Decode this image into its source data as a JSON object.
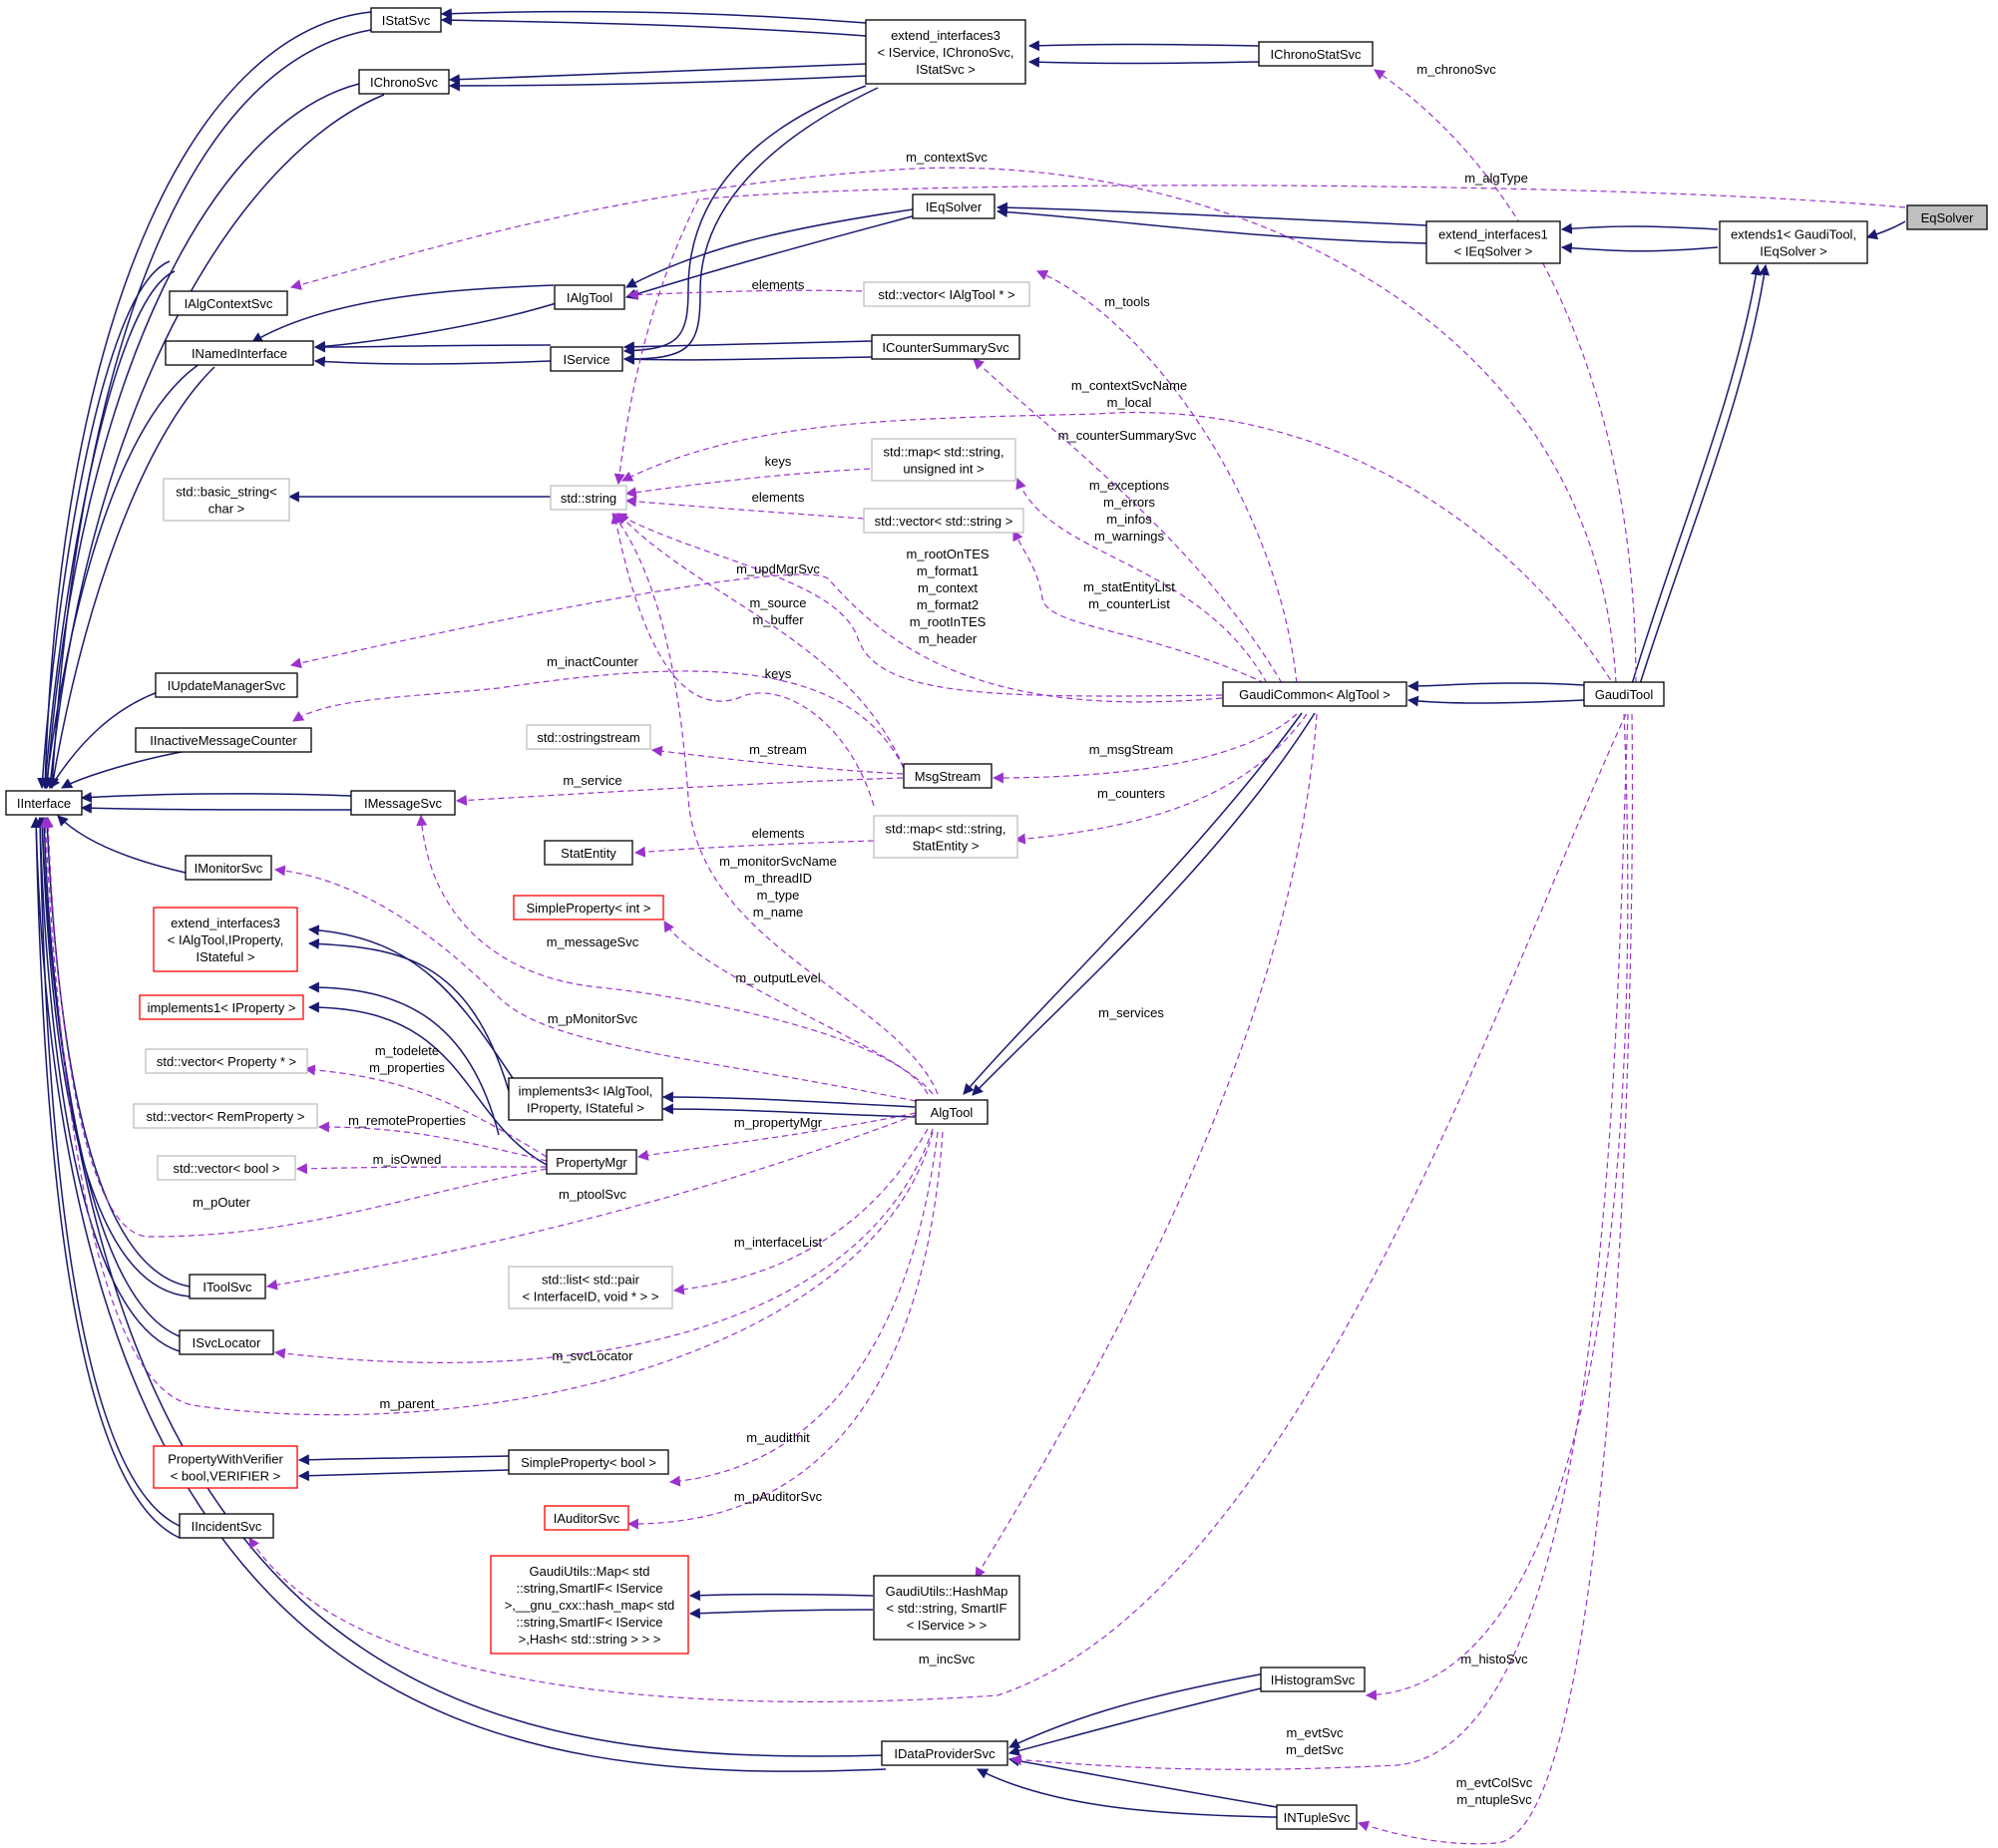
{
  "colors": {
    "inheritance": "#191970",
    "usage": "#9a32cd",
    "gray_border": "#bfbfbf",
    "red_border": "#ff0000",
    "focus_fill": "#bfbfbf"
  },
  "nodes": {
    "IStatSvc": [
      "IStatSvc"
    ],
    "extend_interfaces3": [
      "extend_interfaces3",
      "< IService, IChronoSvc,",
      "IStatSvc >"
    ],
    "IChronoStatSvc": [
      "IChronoStatSvc"
    ],
    "IChronoSvc": [
      "IChronoSvc"
    ],
    "EqSolver": [
      "EqSolver"
    ],
    "IEqSolver": [
      "IEqSolver"
    ],
    "extend_interfaces1": [
      "extend_interfaces1",
      "< IEqSolver >"
    ],
    "extends1": [
      "extends1< GaudiTool,",
      "IEqSolver >"
    ],
    "IAlgContextSvc": [
      "IAlgContextSvc"
    ],
    "IAlgTool": [
      "IAlgTool"
    ],
    "vector_IAlgTool": [
      "std::vector< IAlgTool * >"
    ],
    "INamedInterface": [
      "INamedInterface"
    ],
    "IService": [
      "IService"
    ],
    "ICounterSummarySvc": [
      "ICounterSummarySvc"
    ],
    "basic_string": [
      "std::basic_string<",
      "char >"
    ],
    "std_string": [
      "std::string"
    ],
    "map_uint": [
      "std::map< std::string,",
      "unsigned int >"
    ],
    "vector_string": [
      "std::vector< std::string >"
    ],
    "IUpdateManagerSvc": [
      "IUpdateManagerSvc"
    ],
    "GaudiCommon": [
      "GaudiCommon< AlgTool >"
    ],
    "GaudiTool": [
      "GaudiTool"
    ],
    "IInactiveMessageCounter": [
      "IInactiveMessageCounter"
    ],
    "ostringstream": [
      "std::ostringstream"
    ],
    "MsgStream": [
      "MsgStream"
    ],
    "IInterface": [
      "IInterface"
    ],
    "IMessageSvc": [
      "IMessageSvc"
    ],
    "StatEntity": [
      "StatEntity"
    ],
    "map_StatEntity": [
      "std::map< std::string,",
      "StatEntity >"
    ],
    "IMonitorSvc": [
      "IMonitorSvc"
    ],
    "SimplePropertyInt": [
      "SimpleProperty< int >"
    ],
    "extend_interfaces3_algtool": [
      "extend_interfaces3",
      "< IAlgTool,IProperty,",
      "IStateful >"
    ],
    "implements1": [
      "implements1< IProperty >"
    ],
    "vector_Property": [
      "std::vector< Property * >"
    ],
    "implements3": [
      "implements3< IAlgTool,",
      "IProperty, IStateful >"
    ],
    "AlgTool": [
      "AlgTool"
    ],
    "vector_RemProperty": [
      "std::vector< RemProperty >"
    ],
    "PropertyMgr": [
      "PropertyMgr"
    ],
    "vector_bool": [
      "std::vector< bool >"
    ],
    "IToolSvc": [
      "IToolSvc"
    ],
    "list_pair": [
      "std::list< std::pair",
      "< InterfaceID, void * > >"
    ],
    "ISvcLocator": [
      "ISvcLocator"
    ],
    "PropertyWithVerifier": [
      "PropertyWithVerifier",
      "< bool,VERIFIER >"
    ],
    "SimplePropertyBool": [
      "SimpleProperty< bool >"
    ],
    "IIncidentSvc": [
      "IIncidentSvc"
    ],
    "IAuditorSvc": [
      "IAuditorSvc"
    ],
    "GaudiUtilsMap": [
      "GaudiUtils::Map< std",
      "::string,SmartIF< IService",
      ">,__gnu_cxx::hash_map< std",
      "::string,SmartIF< IService",
      ">,Hash< std::string > > >"
    ],
    "HashMap": [
      "GaudiUtils::HashMap",
      "< std::string, SmartIF",
      "< IService > >"
    ],
    "IHistogramSvc": [
      "IHistogramSvc"
    ],
    "IDataProviderSvc": [
      "IDataProviderSvc"
    ],
    "INTupleSvc": [
      "INTupleSvc"
    ]
  },
  "labels": {
    "m_chronoSvc": "m_chronoSvc",
    "m_contextSvc": "m_contextSvc",
    "m_algType": "m_algType",
    "elements_tools": "elements",
    "m_tools": "m_tools",
    "m_contextSvcName": "m_contextSvcName",
    "m_local": "m_local",
    "m_counterSummarySvc": "m_counterSummarySvc",
    "keys_map": "keys",
    "elements_string": "elements",
    "m_exceptions": "m_exceptions",
    "m_errors": "m_errors",
    "m_infos": "m_infos",
    "m_warnings": "m_warnings",
    "m_rootOnTES": "m_rootOnTES",
    "m_format1": "m_format1",
    "m_context": "m_context",
    "m_format2": "m_format2",
    "m_rootInTES": "m_rootInTES",
    "m_header": "m_header",
    "m_updMgrSvc": "m_updMgrSvc",
    "m_statEntityList": "m_statEntityList",
    "m_counterList": "m_counterList",
    "m_source": "m_source",
    "m_buffer": "m_buffer",
    "m_inactCounter": "m_inactCounter",
    "keys_stat": "keys",
    "m_stream": "m_stream",
    "m_msgStream": "m_msgStream",
    "m_service": "m_service",
    "m_counters": "m_counters",
    "elements_stat": "elements",
    "m_monitorSvcName": "m_monitorSvcName",
    "m_threadID": "m_threadID",
    "m_type": "m_type",
    "m_name": "m_name",
    "m_messageSvc": "m_messageSvc",
    "m_outputLevel": "m_outputLevel",
    "m_services": "m_services",
    "m_pMonitorSvc": "m_pMonitorSvc",
    "m_todelete": "m_todelete",
    "m_properties": "m_properties",
    "m_remoteProperties": "m_remoteProperties",
    "m_propertyMgr": "m_propertyMgr",
    "m_isOwned": "m_isOwned",
    "m_pOuter": "m_pOuter",
    "m_ptoolSvc": "m_ptoolSvc",
    "m_interfaceList": "m_interfaceList",
    "m_svcLocator": "m_svcLocator",
    "m_parent": "m_parent",
    "m_auditInit": "m_auditInit",
    "m_pAuditorSvc": "m_pAuditorSvc",
    "m_incSvc": "m_incSvc",
    "m_histoSvc": "m_histoSvc",
    "m_evtSvc": "m_evtSvc",
    "m_detSvc": "m_detSvc",
    "m_evtColSvc": "m_evtColSvc",
    "m_ntupleSvc": "m_ntupleSvc"
  }
}
